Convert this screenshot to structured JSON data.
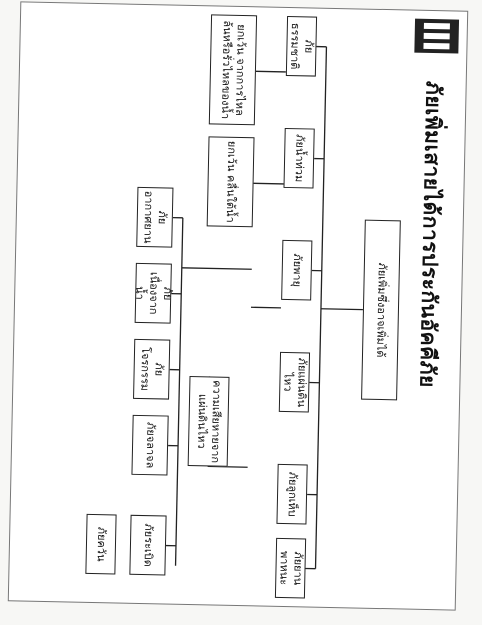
{
  "title": "ภัยเพิ่มเสายได้การประกันอัคคีภัย",
  "boxes": {
    "root": "ภัยเพิ่มซึ่งอาจเพิ่มได้",
    "natural": "ภัยธรรมชาติ",
    "flood": "ภัยน้ำท่วม",
    "storm": "ภัยพายุ",
    "earthquake": "ภัยแผ่นดินไหว",
    "hail": "ภัยลูกเห็บ",
    "vehicle": "ภัยยานพาหนะ",
    "aircraft": "ภัยอากาศยาน",
    "water_damage": "ภัยเนื่องจากน้ำ",
    "burglary": "ภัยโจรกรรม",
    "riot": "ภัยจลาจล",
    "explosion": "ภัยระเบิด",
    "smoke": "ภัยควัน",
    "flood_detail": "ยกเว้น จากการไหลล้นหรือรั่วไหลของน้ำ",
    "storm_detail": "ยกเว้น คลื่นใต้น้ำ",
    "quake_detail": "ความเสียหายจากแผ่นดินไหว"
  }
}
